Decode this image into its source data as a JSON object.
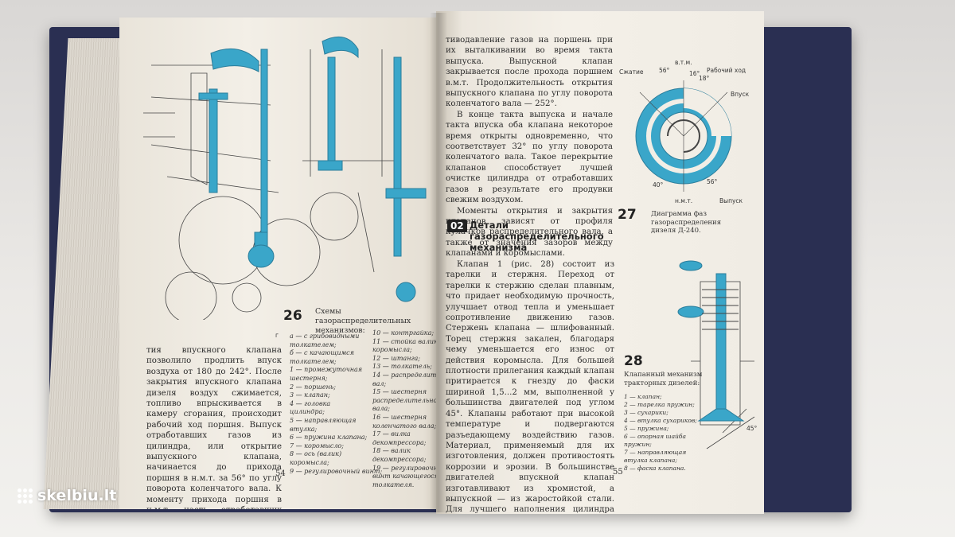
{
  "left_page": {
    "figure_number": "26",
    "caption": "Схемы газораспределительных механизмов:",
    "sublabel": "г",
    "legend_col1": [
      "а — с грибовидными",
      "толкателем;",
      "б — с качающимся",
      "толкателем;",
      "1 — промежуточная",
      "шестерня;",
      "2 — поршень;",
      "3 — клапан;",
      "4 — головка",
      "цилиндра;",
      "5 — направляющая",
      "втулка;",
      "6 — пружина клапана;",
      "7 — коромысло;",
      "8 — ось (валик)",
      "коромысла;",
      "9 — регулировочный винт;"
    ],
    "legend_col2": [
      "10 — контргайка;",
      "11 — стойка валика",
      "коромысла;",
      "12 — штанга;",
      "13 — толкатель;",
      "14 — распределительный",
      "вал;",
      "15 — шестерня",
      "распределительного",
      "вала;",
      "16 — шестерня",
      "коленчатого вала;",
      "17 — вилка",
      "декомпрессора;",
      "18 — валик",
      "декомпрессора;",
      "19 — регулировочный",
      "винт качающегося",
      "толкателя."
    ],
    "body_text": "тия впускного клапана позволило продлить впуск воздуха от 180 до 242°. После закрытия впускного клапана дизеля воздух сжимается, топливо впрыскивается в камеру сгорания, происходит рабочий ход поршня. Выпуск отработавших газов из цилиндра, или открытие выпускного клапана, начинается до прихода поршня в н.м.т. за 56° по углу поворота коленчатого вала. К моменту прихода поршня в н.м.т. часть отработавших газов уходит из цилиндра, что уменьшает про-",
    "page_number": "54"
  },
  "right_page": {
    "body_text_top": "тиводавление газов на поршень при их выталкивании во время такта выпуска. Выпускной клапан закрывается после прохода поршнем в.м.т. Продолжительность открытия выпускного клапана по углу поворота коленчатого вала — 252°.",
    "body_text_2": "В конце такта выпуска и начале такта впуска оба клапана некоторое время открыты одновременно, что соответствует 32° по углу поворота коленчатого вала. Такое перекрытие клапанов способствует лучшей очистке цилиндра от отработавших газов в результате его продувки свежим воздухом.",
    "body_text_3": "Моменты открытия и закрытия клапанов зависят от профиля кулачков распределительного вала, а также от значения зазоров между клапанами и коромыслами.",
    "section_badge": "02",
    "section_heading": "Детали газораспределительного механизма",
    "body_text_4": "Клапан 1 (рис. 28) состоит из тарелки и стержня. Переход от тарелки к стержню сделан плавным, что придает необходимую прочность, улучшает отвод тепла и уменьшает сопротивление движению газов. Стержень клапана — шлифованный. Торец стержня закален, благодаря чему уменьшается его износ от действия коромысла. Для большей плотности прилегания каждый клапан притирается к гнезду до фаски шириной 1,5...2 мм, выполненной у большинства двигателей под углом 45°. Клапаны работают при высокой температуре и подвергаются разъедающему воздействию газов. Материал, применяемый для их изготовления, должен противостоять коррозии и эрозии. В большинстве двигателей впускной клапан изготавливают из хромистой, а выпускной — из жаростойкой стали. Для лучшего наполнения цилиндра воздухом диаметры тарелок",
    "fig27_number": "27",
    "fig27_caption": "Диаграмма фаз газораспределения дизеля Д-240.",
    "fig27_labels": [
      "в.т.м.",
      "Сжатие",
      "Рабочий ход",
      "Впуск",
      "Выпуск",
      "н.м.т.",
      "56°",
      "16°",
      "18°",
      "40°",
      "56°"
    ],
    "fig28_number": "28",
    "fig28_caption": "Клапанный механизм тракторных дизелей:",
    "fig28_legend": [
      "1 — клапан;",
      "2 — тарелка пружин;",
      "3 — сухарики;",
      "4 — втулка сухариков;",
      "5 — пружина;",
      "6 — опорная шайба",
      "пружин;",
      "7 — направляющая",
      "втулка клапана;",
      "8 — фаска клапана."
    ],
    "fig28_angle": "45°",
    "page_number": "55"
  },
  "watermark": "skelbiu.lt",
  "colors": {
    "accent": "#3aa6c9",
    "ink": "#2b2b2b",
    "cover": "#2a2f52"
  }
}
